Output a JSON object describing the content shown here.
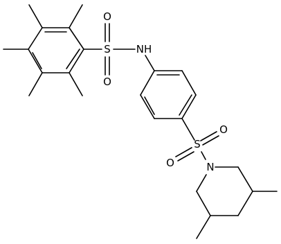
{
  "diagram": {
    "atom_labels": {
      "sulfur_1": "S",
      "oxygen_1a": "O",
      "oxygen_1b": "O",
      "nh": "NH",
      "sulfur_2": "S",
      "oxygen_2a": "O",
      "oxygen_2b": "O",
      "nitrogen": "N"
    },
    "colors": {
      "bond": "#000000",
      "label": "#000000",
      "background": "#ffffff"
    }
  }
}
